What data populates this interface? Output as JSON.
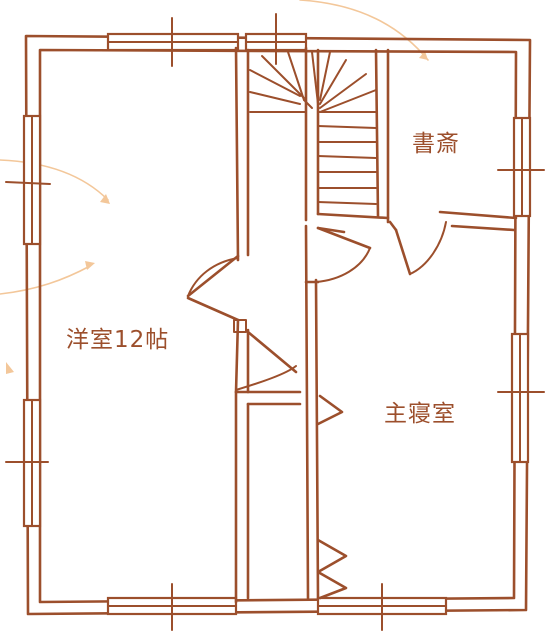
{
  "rooms": {
    "western_room": "洋室12帖",
    "study": "書斎",
    "master_bedroom": "主寝室"
  },
  "colors": {
    "wall": "#9c4f2c",
    "sun_arrow": "#f3c79a",
    "background": "#ffffff"
  }
}
